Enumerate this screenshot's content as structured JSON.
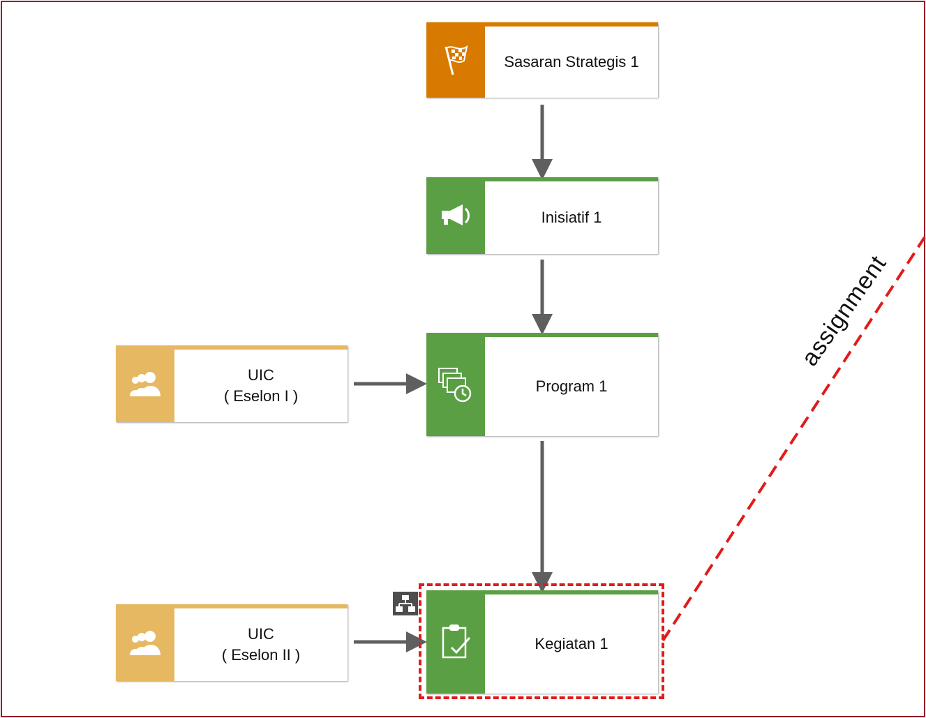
{
  "nodes": {
    "sasaran": {
      "label": "Sasaran Strategis 1",
      "icon": "checkered-flag-icon",
      "color": "#d97a00"
    },
    "inisiatif": {
      "label": "Inisiatif 1",
      "icon": "megaphone-icon",
      "color": "#5b9f45"
    },
    "program": {
      "label": "Program 1",
      "icon": "stacked-folders-clock-icon",
      "color": "#5b9f45"
    },
    "kegiatan": {
      "label": "Kegiatan 1",
      "icon": "clipboard-check-icon",
      "color": "#5b9f45"
    },
    "uic_eselon1": {
      "label": "UIC\n( Eselon I )",
      "icon": "people-group-icon",
      "color": "#e6b862"
    },
    "uic_eselon2": {
      "label": "UIC\n( Eselon II )",
      "icon": "people-group-icon",
      "color": "#e6b862"
    }
  },
  "connectors": [
    {
      "from": "Sasaran Strategis 1",
      "to": "Inisiatif 1"
    },
    {
      "from": "Inisiatif 1",
      "to": "Program 1"
    },
    {
      "from": "Program 1",
      "to": "Kegiatan 1"
    },
    {
      "from": "UIC ( Eselon I )",
      "to": "Program 1"
    },
    {
      "from": "UIC ( Eselon II )",
      "to": "Kegiatan 1"
    }
  ],
  "assignment": {
    "label": "assignment",
    "color": "#e11b1b"
  },
  "hierarchy_badge_icon": "org-chart-icon",
  "colors": {
    "frame": "#9b1c20",
    "arrow": "#5f5f5f"
  }
}
